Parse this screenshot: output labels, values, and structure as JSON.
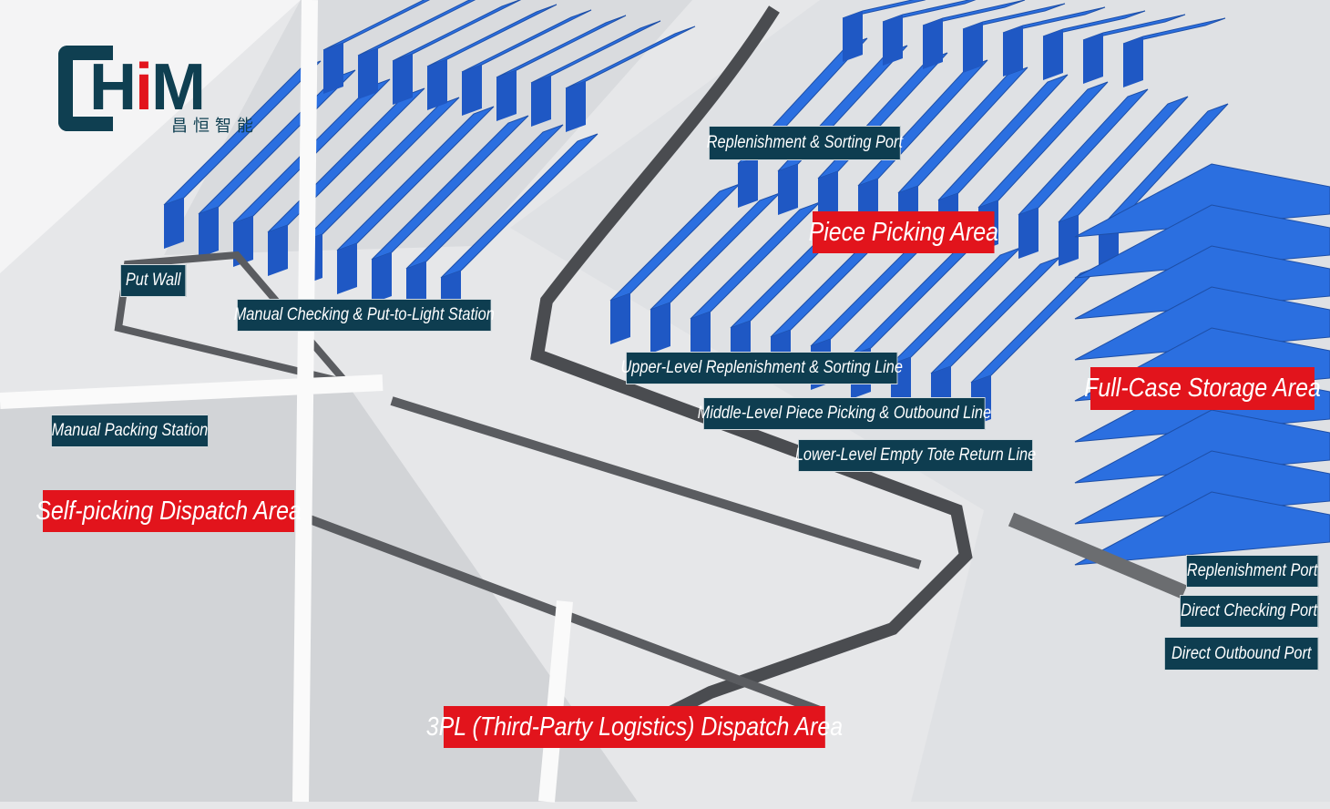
{
  "logo": {
    "text": "CHIM",
    "subtitle": "昌恒智能"
  },
  "labels": {
    "replenishment_sorting_port": "Replenishment & Sorting Port",
    "piece_picking_area": "Piece Picking Area",
    "put_wall": "Put Wall",
    "manual_checking": "Manual Checking & Put-to-Light Station",
    "upper_level": "Upper-Level Replenishment & Sorting Line",
    "middle_level": "Middle-Level Piece Picking & Outbound Line",
    "lower_level": "Lower-Level Empty Tote Return Line",
    "full_case_storage": "Full-Case Storage Area",
    "manual_packing": "Manual Packing Station",
    "self_picking": "Self-picking Dispatch Area",
    "replenishment_port": "Replenishment Port",
    "direct_checking_port": "Direct Checking Port",
    "direct_outbound_port": "Direct Outbound Port",
    "third_party": "3PL (Third-Party Logistics) Dispatch Area"
  },
  "colors": {
    "label_dark": "#0e3d50",
    "label_red": "#e2141c",
    "rack_blue": "#2b6fe0",
    "logo": "#0f3f51"
  }
}
